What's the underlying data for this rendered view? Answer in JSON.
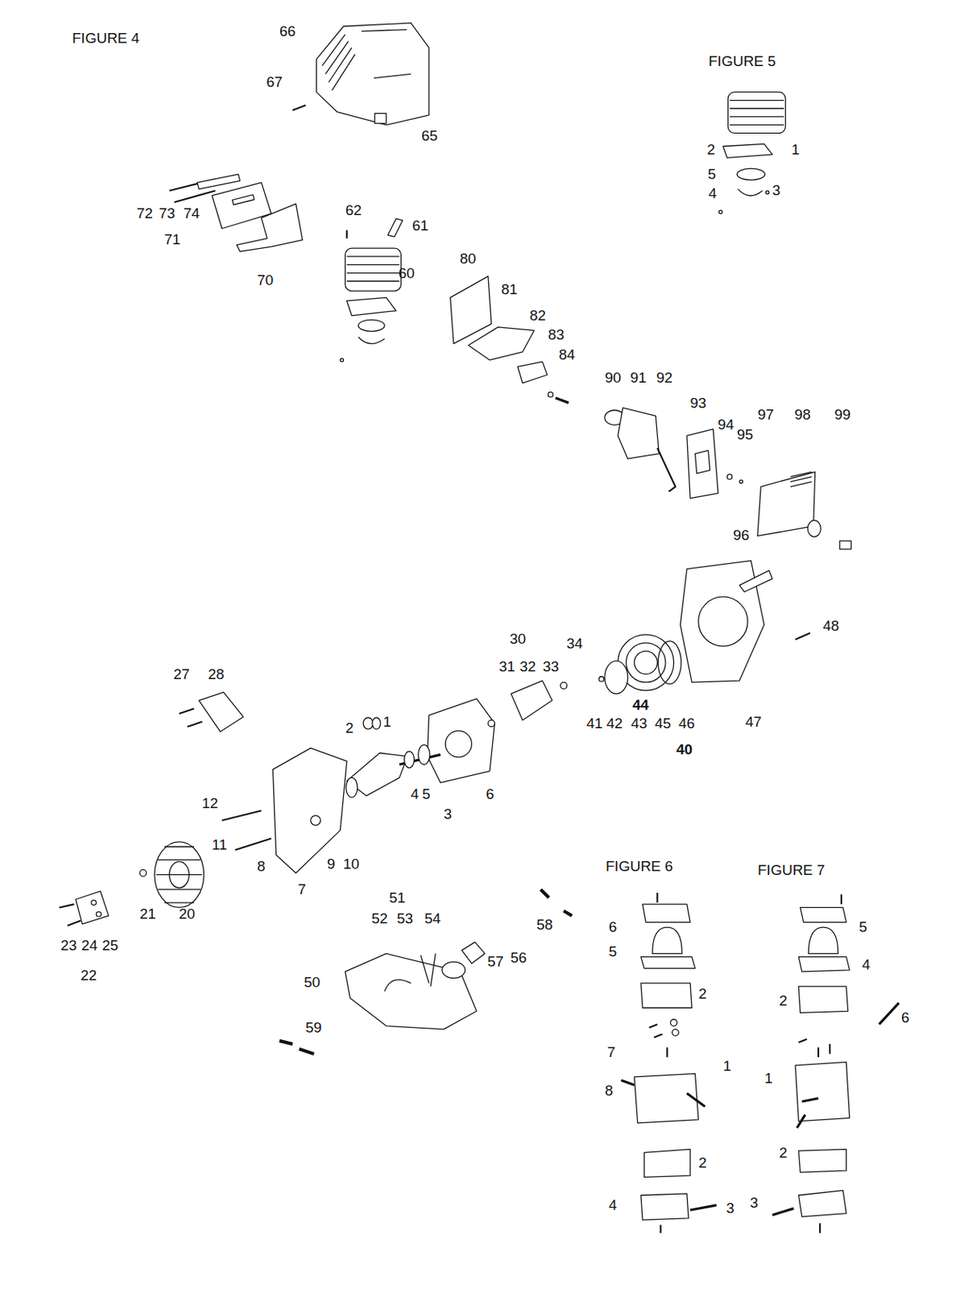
{
  "diagram": {
    "labels": [
      "FIGURE 4",
      "66",
      "67",
      "65",
      "FIGURE 5",
      "2",
      "1",
      "5",
      "3",
      "4",
      "72",
      "73",
      "74",
      "71",
      "62",
      "61",
      "60",
      "70",
      "80",
      "81",
      "82",
      "83",
      "84",
      "90",
      "91",
      "92",
      "93",
      "94",
      "95",
      "97",
      "98",
      "99",
      "96",
      "48",
      "30",
      "34",
      "31",
      "32",
      "33",
      "27",
      "28",
      "44",
      "41",
      "42",
      "43",
      "45",
      "46",
      "47",
      "2",
      "1",
      "40",
      "4",
      "5",
      "6",
      "3",
      "12",
      "11",
      "8",
      "9",
      "10",
      "7",
      "FIGURE 6",
      "FIGURE 7",
      "51",
      "52",
      "53",
      "54",
      "21",
      "20",
      "58",
      "6",
      "5",
      "23",
      "24",
      "25",
      "56",
      "57",
      "5",
      "4",
      "22",
      "50",
      "2",
      "2",
      "6",
      "59",
      "7",
      "1",
      "8",
      "1",
      "2",
      "2",
      "4",
      "3",
      "3"
    ]
  }
}
